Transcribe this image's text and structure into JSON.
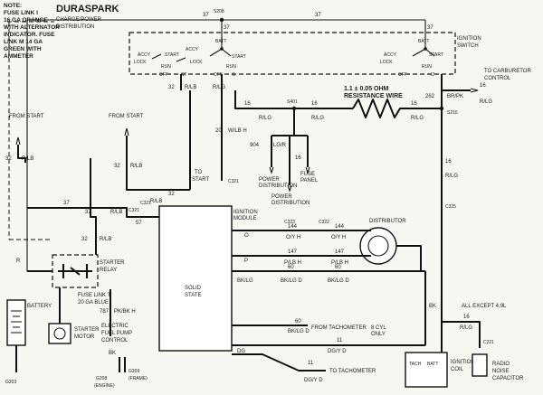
{
  "note": {
    "lines": [
      "NOTE:",
      "FUSE LINK I",
      "16 GA ORANGE",
      "WITH ALTERNATOR",
      "INDICATOR. FUSE",
      "LINK M 14 GA",
      "GREEN WITH",
      "AMMETER"
    ]
  },
  "header": {
    "title": "DURASPARK",
    "subtitle_1": "CHARGE/POWER",
    "subtitle_2": "DISTRIBUTION"
  },
  "ignition_switch": {
    "label_1": "IGNITION",
    "label_2": "SWITCH",
    "batt": "BATT",
    "acc": "ACCY",
    "lock": "LOCK",
    "run": "RUN",
    "start": "START",
    "off": "OFF",
    "st": "ST",
    "i1": "I1",
    "i2": "I2"
  },
  "connectors": {
    "s208": "S208",
    "s401": "S401",
    "s216": "S216",
    "c321_a": "C321",
    "c321_b": "C321",
    "c321_c": "C321",
    "c323": "C323",
    "c322": "C322",
    "c325": "C325",
    "c221": "C221",
    "g203": "G203",
    "g208": "G208",
    "g209": "G209",
    "engine": "(ENGINE)",
    "frame": "(FRAME)"
  },
  "wire_labels": {
    "w37_a": "37",
    "w37_b": "37",
    "w37_c": "37",
    "w37_d": "37",
    "w37_e": "37",
    "w37_f": "37",
    "w32_a": "32",
    "w32_b": "32",
    "w32_c": "32",
    "w32_d": "32",
    "w32_e": "32",
    "w20": "20",
    "w904": "904",
    "w16_a": "16",
    "w16_b": "16",
    "w16_c": "16",
    "w16_d": "16",
    "w16_e": "16",
    "w16_f": "16",
    "w144_a": "144",
    "w144_b": "144",
    "w147_a": "147",
    "w147_b": "147",
    "w60_a": "60",
    "w60_b": "60",
    "w60_c": "60",
    "w262": "262",
    "w11_a": "11",
    "w11_b": "11",
    "w787": "787",
    "w57": "57",
    "r_lb_a": "R/LB",
    "r_lb_b": "R/LB",
    "r_lb_c": "R/LB",
    "r_lb_d": "R/LB",
    "r_lb_e": "R/LB",
    "r_lg_a": "R/LG",
    "r_lg_b": "R/LG",
    "r_lg_c": "R/LG",
    "r_lg_d": "R/LG",
    "lg_r": "LG/R",
    "w_lbh": "W/LB H",
    "br_pk": "BR/PK",
    "o": "O",
    "oyh_a": "O/Y H",
    "oyh_b": "O/Y H",
    "p": "P",
    "plbh_a": "P/LB H",
    "plbh_b": "P/LB H",
    "bk_lg_a": "BK/LG",
    "bk_lg_d_a": "BK/LG D",
    "bk_lg_d_b": "BK/LG D",
    "bk_lg_d_c": "BK/LG D",
    "dg": "DG",
    "dgy_d_a": "DG/Y D",
    "dgy_d_b": "DG/Y D",
    "bk_a": "BK",
    "bk_b": "BK",
    "r_a": "R",
    "pk_bk_h": "PK/BK H"
  },
  "components": {
    "from_start_a": "FROM START",
    "from_start_b": "FROM START",
    "to_start_1": "TO",
    "to_start_2": "START",
    "resistance_1": "1.1 ± 0.05 OHM",
    "resistance_2": "RESISTANCE WIRE",
    "to_carb_1": "TO CARBURETOR",
    "to_carb_2": "CONTROL",
    "power_dist_a1": "POWER",
    "power_dist_a2": "DISTRIBUTION",
    "power_dist_b1": "POWER",
    "power_dist_b2": "DISTRIBUTION",
    "fuse_panel_1": "FUSE",
    "fuse_panel_2": "PANEL",
    "ign_module_1": "IGNITION",
    "ign_module_2": "MODULE",
    "solid_state_1": "SOLID",
    "solid_state_2": "STATE",
    "distributor": "DISTRIBUTOR",
    "starter_relay_1": "STARTER",
    "starter_relay_2": "RELAY",
    "fuse_link_t": "FUSE LINK T",
    "ga_blue": "20 GA BLUE",
    "battery": "BATTERY",
    "starter_motor_1": "STARTER",
    "starter_motor_2": "MOTOR",
    "fuel_pump_1": "ELECTRIC",
    "fuel_pump_2": "FUEL PUMP",
    "fuel_pump_3": "CONTROL",
    "from_tach": "FROM TACHOMETER",
    "to_tach": "TO TACHOMETER",
    "eight_cyl_1": "8 CYL",
    "eight_cyl_2": "ONLY",
    "all_except": "ALL EXCEPT 4.9L",
    "ign_coil_1": "IGNITION",
    "ign_coil_2": "COIL",
    "tach_term": "TACH",
    "batt_term": "BATT",
    "radio_cap_1": "RADIO",
    "radio_cap_2": "NOISE",
    "radio_cap_3": "CAPACITOR"
  }
}
